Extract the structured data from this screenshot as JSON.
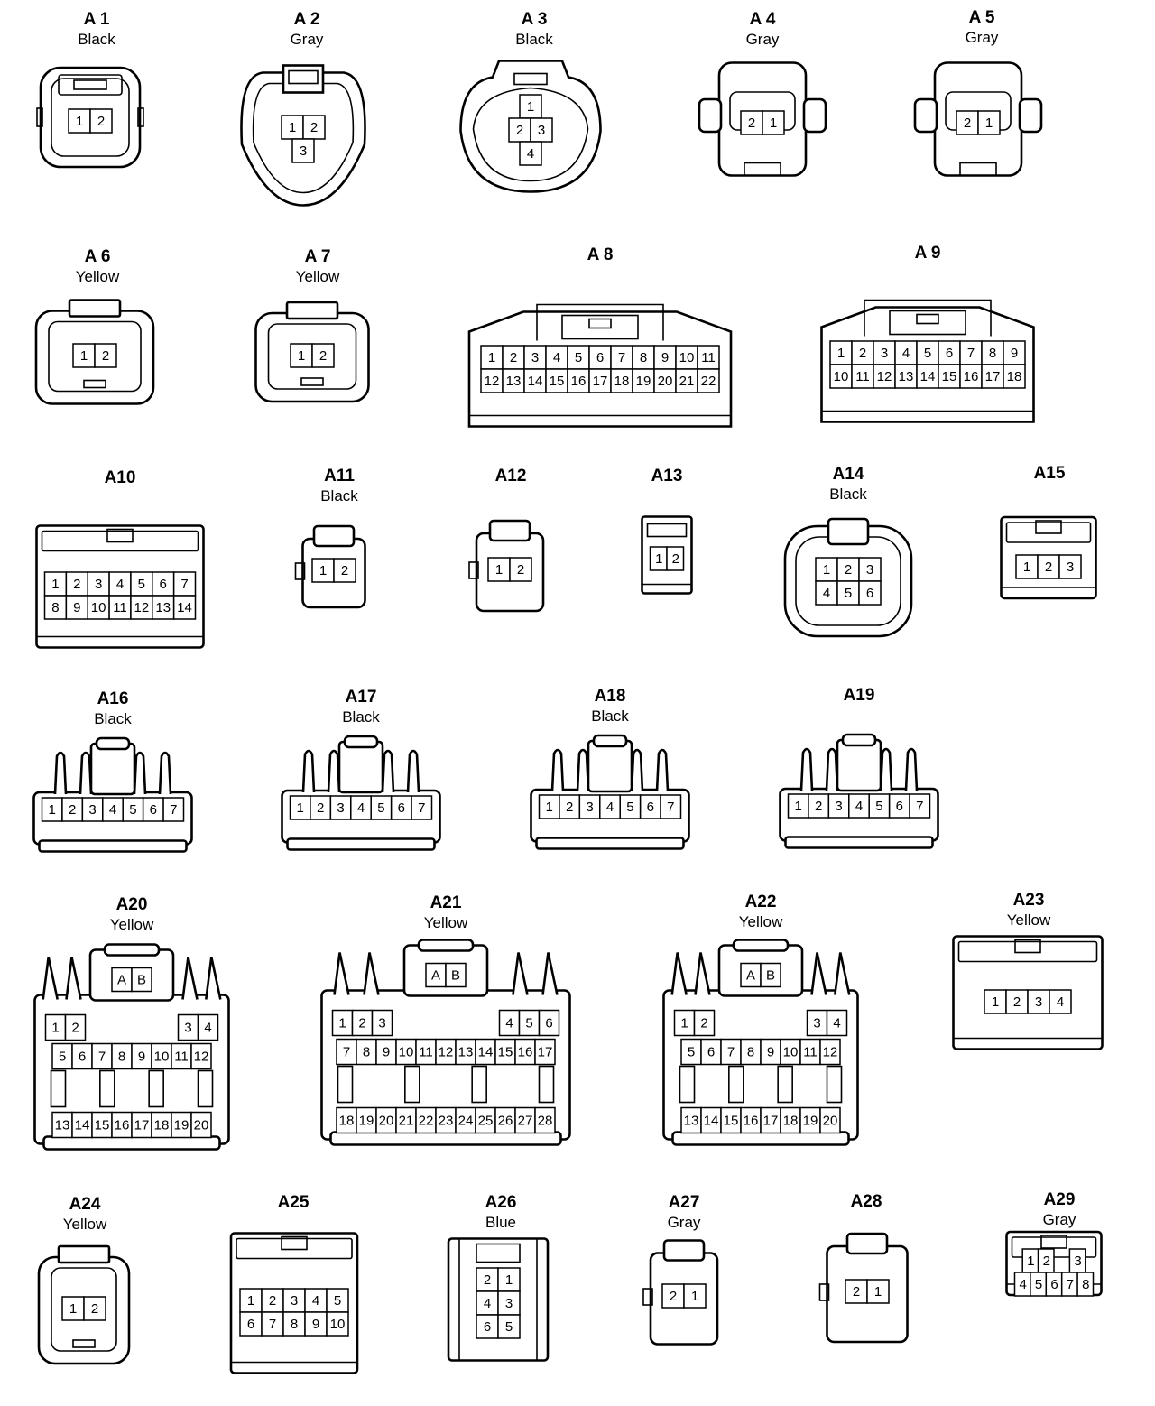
{
  "connectors": [
    {
      "id": "A 1",
      "color": "Black",
      "type": "round",
      "rows": [
        [
          "1",
          "2"
        ]
      ]
    },
    {
      "id": "A 2",
      "color": "Gray",
      "type": "tri",
      "rows": [
        [
          "1",
          "2"
        ],
        [
          "3"
        ]
      ]
    },
    {
      "id": "A 3",
      "color": "Black",
      "type": "quad",
      "rows": [
        [
          "1"
        ],
        [
          "2",
          "3"
        ],
        [
          "4"
        ]
      ]
    },
    {
      "id": "A 4",
      "color": "Gray",
      "type": "flange",
      "rows": [
        [
          "2",
          "1"
        ]
      ]
    },
    {
      "id": "A 5",
      "color": "Gray",
      "type": "flange",
      "rows": [
        [
          "2",
          "1"
        ]
      ]
    },
    {
      "id": "A 6",
      "color": "Yellow",
      "type": "sq",
      "rows": [
        [
          "1",
          "2"
        ]
      ]
    },
    {
      "id": "A 7",
      "color": "Yellow",
      "type": "sq",
      "rows": [
        [
          "1",
          "2"
        ]
      ]
    },
    {
      "id": "A 8",
      "color": "",
      "type": "wide",
      "rows": [
        [
          "1",
          "2",
          "3",
          "4",
          "5",
          "6",
          "7",
          "8",
          "9",
          "10",
          "11"
        ],
        [
          "12",
          "13",
          "14",
          "15",
          "16",
          "17",
          "18",
          "19",
          "20",
          "21",
          "22"
        ]
      ]
    },
    {
      "id": "A 9",
      "color": "",
      "type": "wide",
      "rows": [
        [
          "1",
          "2",
          "3",
          "4",
          "5",
          "6",
          "7",
          "8",
          "9"
        ],
        [
          "10",
          "11",
          "12",
          "13",
          "14",
          "15",
          "16",
          "17",
          "18"
        ]
      ]
    },
    {
      "id": "A10",
      "color": "",
      "type": "box",
      "rows": [
        [
          "1",
          "2",
          "3",
          "4",
          "5",
          "6",
          "7"
        ],
        [
          "8",
          "9",
          "10",
          "11",
          "12",
          "13",
          "14"
        ]
      ]
    },
    {
      "id": "A11",
      "color": "Black",
      "type": "small",
      "rows": [
        [
          "1",
          "2"
        ]
      ]
    },
    {
      "id": "A12",
      "color": "",
      "type": "small",
      "rows": [
        [
          "1",
          "2"
        ]
      ]
    },
    {
      "id": "A13",
      "color": "",
      "type": "tiny",
      "rows": [
        [
          "1",
          "2"
        ]
      ]
    },
    {
      "id": "A14",
      "color": "Black",
      "type": "six",
      "rows": [
        [
          "1",
          "2",
          "3"
        ],
        [
          "4",
          "5",
          "6"
        ]
      ]
    },
    {
      "id": "A15",
      "color": "",
      "type": "box",
      "rows": [
        [
          "1",
          "2",
          "3"
        ]
      ]
    },
    {
      "id": "A16",
      "color": "Black",
      "type": "lock7",
      "rows": [
        [
          "1",
          "2",
          "3",
          "4",
          "5",
          "6",
          "7"
        ]
      ]
    },
    {
      "id": "A17",
      "color": "Black",
      "type": "lock7",
      "rows": [
        [
          "1",
          "2",
          "3",
          "4",
          "5",
          "6",
          "7"
        ]
      ]
    },
    {
      "id": "A18",
      "color": "Black",
      "type": "lock7",
      "rows": [
        [
          "1",
          "2",
          "3",
          "4",
          "5",
          "6",
          "7"
        ]
      ]
    },
    {
      "id": "A19",
      "color": "",
      "type": "lock7",
      "rows": [
        [
          "1",
          "2",
          "3",
          "4",
          "5",
          "6",
          "7"
        ]
      ]
    },
    {
      "id": "A20",
      "color": "Yellow",
      "type": "big",
      "ab": [
        "A",
        "B"
      ],
      "rows": [
        [
          "1",
          "2",
          "3",
          "4"
        ],
        [
          "5",
          "6",
          "7",
          "8",
          "9",
          "10",
          "11",
          "12"
        ],
        [
          "13",
          "14",
          "15",
          "16",
          "17",
          "18",
          "19",
          "20"
        ]
      ]
    },
    {
      "id": "A21",
      "color": "Yellow",
      "type": "big",
      "ab": [
        "A",
        "B"
      ],
      "rows": [
        [
          "1",
          "2",
          "3",
          "4",
          "5",
          "6"
        ],
        [
          "7",
          "8",
          "9",
          "10",
          "11",
          "12",
          "13",
          "14",
          "15",
          "16",
          "17"
        ],
        [
          "18",
          "19",
          "20",
          "21",
          "22",
          "23",
          "24",
          "25",
          "26",
          "27",
          "28"
        ]
      ]
    },
    {
      "id": "A22",
      "color": "Yellow",
      "type": "big",
      "ab": [
        "A",
        "B"
      ],
      "rows": [
        [
          "1",
          "2",
          "3",
          "4"
        ],
        [
          "5",
          "6",
          "7",
          "8",
          "9",
          "10",
          "11",
          "12"
        ],
        [
          "13",
          "14",
          "15",
          "16",
          "17",
          "18",
          "19",
          "20"
        ]
      ]
    },
    {
      "id": "A23",
      "color": "Yellow",
      "type": "box",
      "rows": [
        [
          "1",
          "2",
          "3",
          "4"
        ]
      ]
    },
    {
      "id": "A24",
      "color": "Yellow",
      "type": "sq",
      "rows": [
        [
          "1",
          "2"
        ]
      ]
    },
    {
      "id": "A25",
      "color": "",
      "type": "box",
      "rows": [
        [
          "1",
          "2",
          "3",
          "4",
          "5"
        ],
        [
          "6",
          "7",
          "8",
          "9",
          "10"
        ]
      ]
    },
    {
      "id": "A26",
      "color": "Blue",
      "type": "vert",
      "rows": [
        [
          "2",
          "1"
        ],
        [
          "4",
          "3"
        ],
        [
          "6",
          "5"
        ]
      ]
    },
    {
      "id": "A27",
      "color": "Gray",
      "type": "small",
      "rows": [
        [
          "2",
          "1"
        ]
      ]
    },
    {
      "id": "A28",
      "color": "",
      "type": "small",
      "rows": [
        [
          "2",
          "1"
        ]
      ]
    },
    {
      "id": "A29",
      "color": "Gray",
      "type": "box",
      "rows": [
        [
          "1",
          "2",
          "",
          "3"
        ],
        [
          "4",
          "5",
          "6",
          "7",
          "8"
        ]
      ]
    }
  ]
}
